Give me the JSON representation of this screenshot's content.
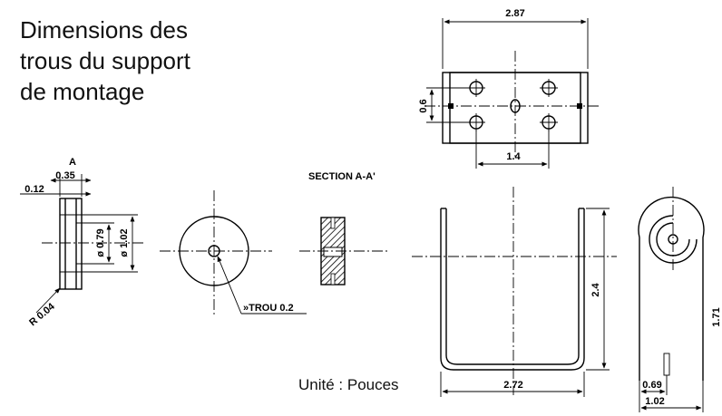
{
  "title_lines": [
    "Dimensions des",
    "trous du support",
    "de montage"
  ],
  "unit_note": "Unité : Pouces",
  "section_label": "SECTION A-A'",
  "section_marker": "A",
  "hole_label": "»TROU 0.2",
  "dimensions": {
    "top_width": "2.87",
    "top_vertical": "0.6",
    "top_spacing": "1.4",
    "side_035": "0.35",
    "side_012": "0.12",
    "side_079": "ø 0.79",
    "side_102": "ø 1.02",
    "radius": "R 0.04",
    "front_width": "2.72",
    "front_height": "2.4",
    "right_069": "0.69",
    "right_102": "1.02",
    "right_height": "1.71"
  }
}
